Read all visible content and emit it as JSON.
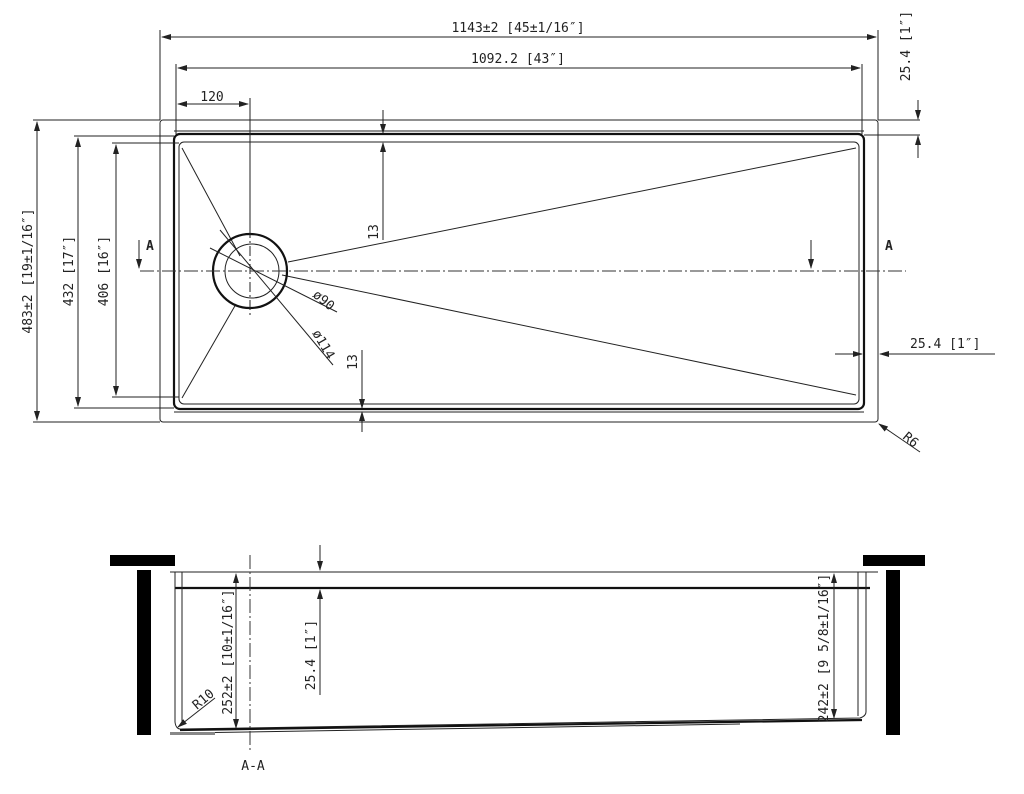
{
  "plan_view": {
    "overall_width": "1143±2 [45±1/16″]",
    "bowl_width": "1092.2 [43″]",
    "drain_offset": "120",
    "overall_depth": "483±2 [19±1/16″]",
    "rim_depth": "432 [17″]",
    "bowl_depth": "406 [16″]",
    "flange_right": "25.4 [1″]",
    "flange_top": "25.4 [1″]",
    "slope_top": "13",
    "slope_bottom": "13",
    "drain_inner": "ø90",
    "drain_outer": "ø114",
    "corner_radius": "R6",
    "section_mark_left": "A",
    "section_mark_right": "A"
  },
  "section_view": {
    "title": "A-A",
    "depth_left": "252±2 [10±1/16″]",
    "depth_right": "242±2 [9 5/8±1/16″]",
    "rim_height": "25.4 [1″]",
    "bottom_radius": "R10"
  }
}
